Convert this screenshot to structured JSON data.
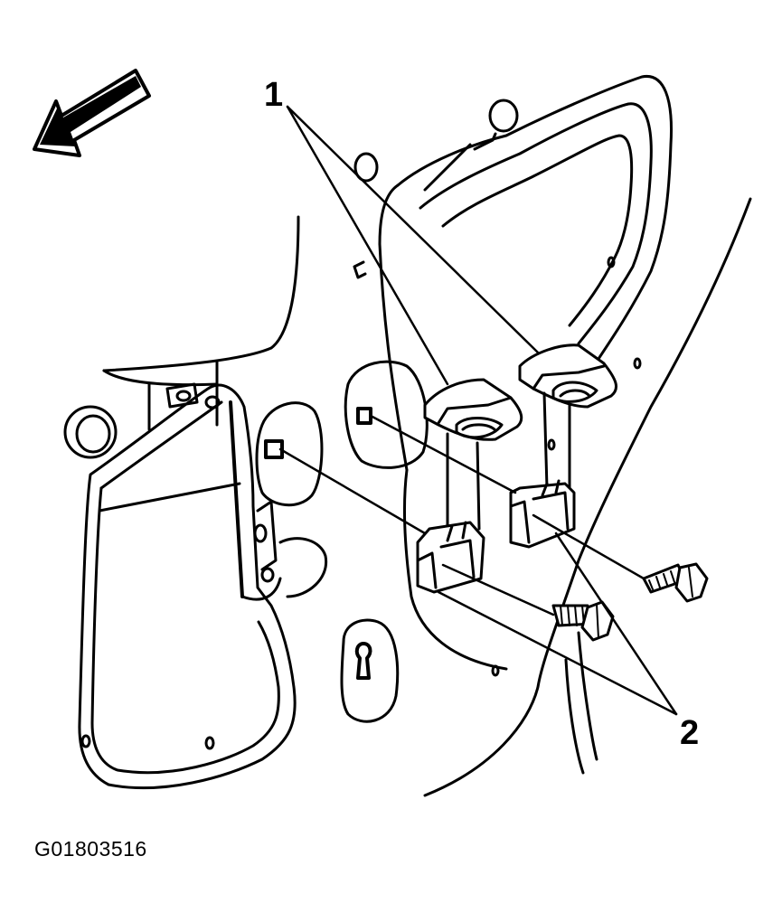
{
  "callouts": [
    {
      "id": "1",
      "label": "1"
    },
    {
      "id": "2",
      "label": "2"
    }
  ],
  "figure_id": "G01803516",
  "colors": {
    "line": "#000000",
    "background": "#ffffff"
  },
  "icons": {
    "direction_arrow": "arrow-up-left-icon"
  }
}
